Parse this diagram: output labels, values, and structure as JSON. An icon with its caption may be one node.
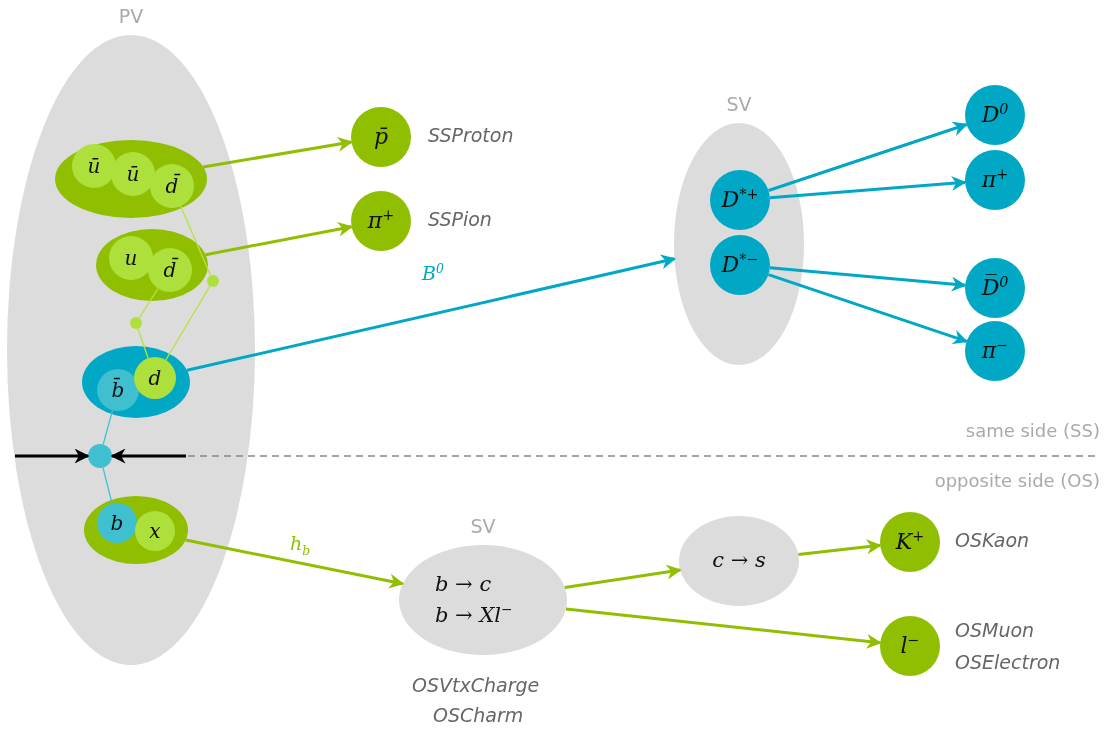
{
  "diagram": {
    "nodes": [
      {
        "text": [
          "PV"
        ]
      },
      {
        "text": [],
        "shape": "ellipse",
        "in": 0
      },
      {
        "text": [
          "ū"
        ],
        "in": 1
      },
      {
        "text": [
          "ū"
        ],
        "in": 1
      },
      {
        "text": [
          "d̄"
        ],
        "in": 1
      },
      {
        "text": [],
        "shape": "ellipse",
        "in": 0
      },
      {
        "text": [
          "u"
        ],
        "in": 5
      },
      {
        "text": [
          "d̄"
        ],
        "in": 5
      },
      {
        "text": [],
        "shape": "ellipse",
        "in": 0
      },
      {
        "text": [
          "b̄"
        ],
        "in": 8
      },
      {
        "text": [
          "d"
        ],
        "in": 8
      },
      {
        "text": [],
        "shape": "circle",
        "in": 0
      },
      {
        "text": [],
        "shape": "circle",
        "in": 0
      },
      {
        "text": [],
        "shape": "circle",
        "in": 0
      },
      {
        "text": [],
        "shape": "ellipse",
        "in": 0
      },
      {
        "text": [
          "b"
        ],
        "in": 14
      },
      {
        "text": [
          "x"
        ],
        "in": 14
      },
      {
        "text": [
          "p̄"
        ],
        "beside": [
          "SSProton"
        ]
      },
      {
        "text": [
          "π$^{+}$"
        ],
        "beside": [
          "SSPion"
        ]
      },
      {
        "text": [
          "SV"
        ]
      },
      {
        "text": [
          "D$^{*+}$"
        ],
        "in": 19
      },
      {
        "text": [
          "D$^{*−}$"
        ],
        "in": 19
      },
      {
        "text": [
          "D$^{0}$"
        ]
      },
      {
        "text": [
          "π$^{+}$"
        ]
      },
      {
        "text": [
          "D̅$^{0}$"
        ]
      },
      {
        "text": [
          "π$^{−}$"
        ]
      },
      {
        "text": [
          "SV",
          "b → c",
          "b → Xl$^{−}$"
        ],
        "beside": [
          "OSVtxCharge",
          "OSCharm"
        ]
      },
      {
        "text": [
          "c → s"
        ]
      },
      {
        "text": [
          "K$^{+}$"
        ],
        "beside": [
          "OSKaon"
        ]
      },
      {
        "text": [
          "l$^{−}$"
        ],
        "beside": [
          "OSMuon",
          "OSElectron"
        ]
      }
    ],
    "edges": [
      {
        "from": 1,
        "to": 17,
        "arrow": "to"
      },
      {
        "from": 5,
        "to": 18,
        "arrow": "to"
      },
      {
        "from": 8,
        "to": 19,
        "arrow": "to",
        "label": "B$^{0}$",
        "color": "#00a8c6"
      },
      {
        "from": 20,
        "to": 22,
        "arrow": "to",
        "color": "#00a8c6"
      },
      {
        "from": 20,
        "to": 23,
        "arrow": "to",
        "color": "#00a8c6"
      },
      {
        "from": 21,
        "to": 24,
        "arrow": "to",
        "color": "#00a8c6"
      },
      {
        "from": 21,
        "to": 25,
        "arrow": "to",
        "color": "#00a8c6"
      },
      {
        "from": 4,
        "to": 11,
        "arrow": "none",
        "color": "#b5e33f"
      },
      {
        "from": 11,
        "to": 10,
        "arrow": "none",
        "color": "#b5e33f"
      },
      {
        "from": 7,
        "to": 12,
        "arrow": "none",
        "color": "#b5e33f"
      },
      {
        "from": 12,
        "to": 10,
        "arrow": "none",
        "color": "#b5e33f"
      },
      {
        "from": 9,
        "to": 13,
        "arrow": "none",
        "color": "#3fbfcf"
      },
      {
        "from": 13,
        "to": 15,
        "arrow": "none",
        "color": "#3fbfcf"
      },
      {
        "from": null,
        "to": 13,
        "arrow": "to",
        "color": "#000000"
      },
      {
        "from": null,
        "to": 13,
        "arrow": "to",
        "color": "#000000"
      },
      {
        "from": 14,
        "to": 26,
        "arrow": "to",
        "label": "h$_{b}$"
      },
      {
        "from": 26,
        "to": 27,
        "arrow": "to"
      },
      {
        "from": 27,
        "to": 28,
        "arrow": "to"
      },
      {
        "from": 26,
        "to": 29,
        "arrow": "to"
      }
    ],
    "labels": [
      "same side (SS)",
      "opposite side (OS)"
    ]
  }
}
